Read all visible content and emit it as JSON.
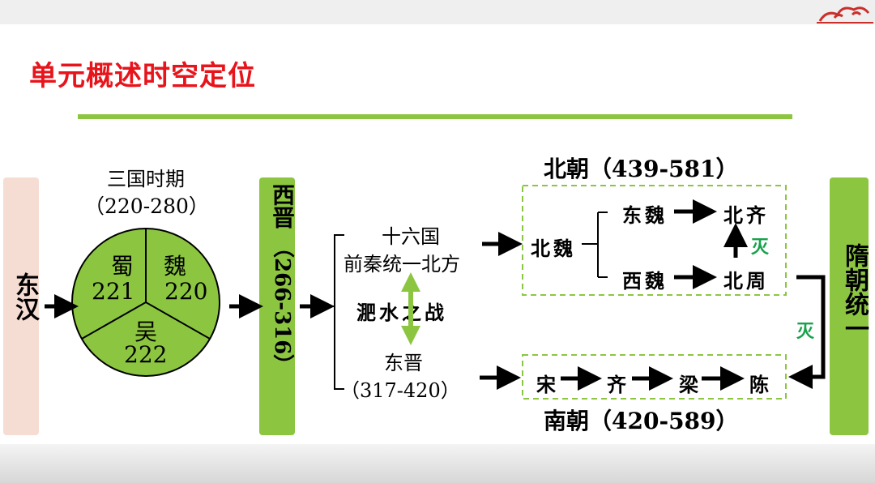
{
  "title": "单元概述时空定位",
  "colors": {
    "accent_green": "#8cc641",
    "title_red": "#e8141b",
    "beige": "#f6ddd3",
    "mie_green": "#17a24b"
  },
  "donghan": {
    "label": "东汉"
  },
  "three_kingdoms": {
    "heading": "三国时期",
    "years": "（220-280）",
    "shu": {
      "name": "蜀",
      "year": "221"
    },
    "wei": {
      "name": "魏",
      "year": "220"
    },
    "wu": {
      "name": "吴",
      "year": "222"
    }
  },
  "xijin": {
    "name": "西晋",
    "years": "（266-316）"
  },
  "shiliuguo": {
    "line1": "十六国",
    "line2": "前秦统一北方"
  },
  "feishui": {
    "label": "淝水之战"
  },
  "dongjin": {
    "name": "东晋",
    "years": "（317-420）"
  },
  "beichao": {
    "heading": "北朝（439-581）",
    "beiwei": "北魏",
    "dongwei": "东魏",
    "xiwei": "西魏",
    "beiqi": "北齐",
    "beizhou": "北周",
    "mie": "灭"
  },
  "nanchao": {
    "heading": "南朝（420-589）",
    "dynasties": [
      "宋",
      "齐",
      "梁",
      "陈"
    ]
  },
  "mie2": "灭",
  "sui": {
    "label": "隋朝统一"
  }
}
